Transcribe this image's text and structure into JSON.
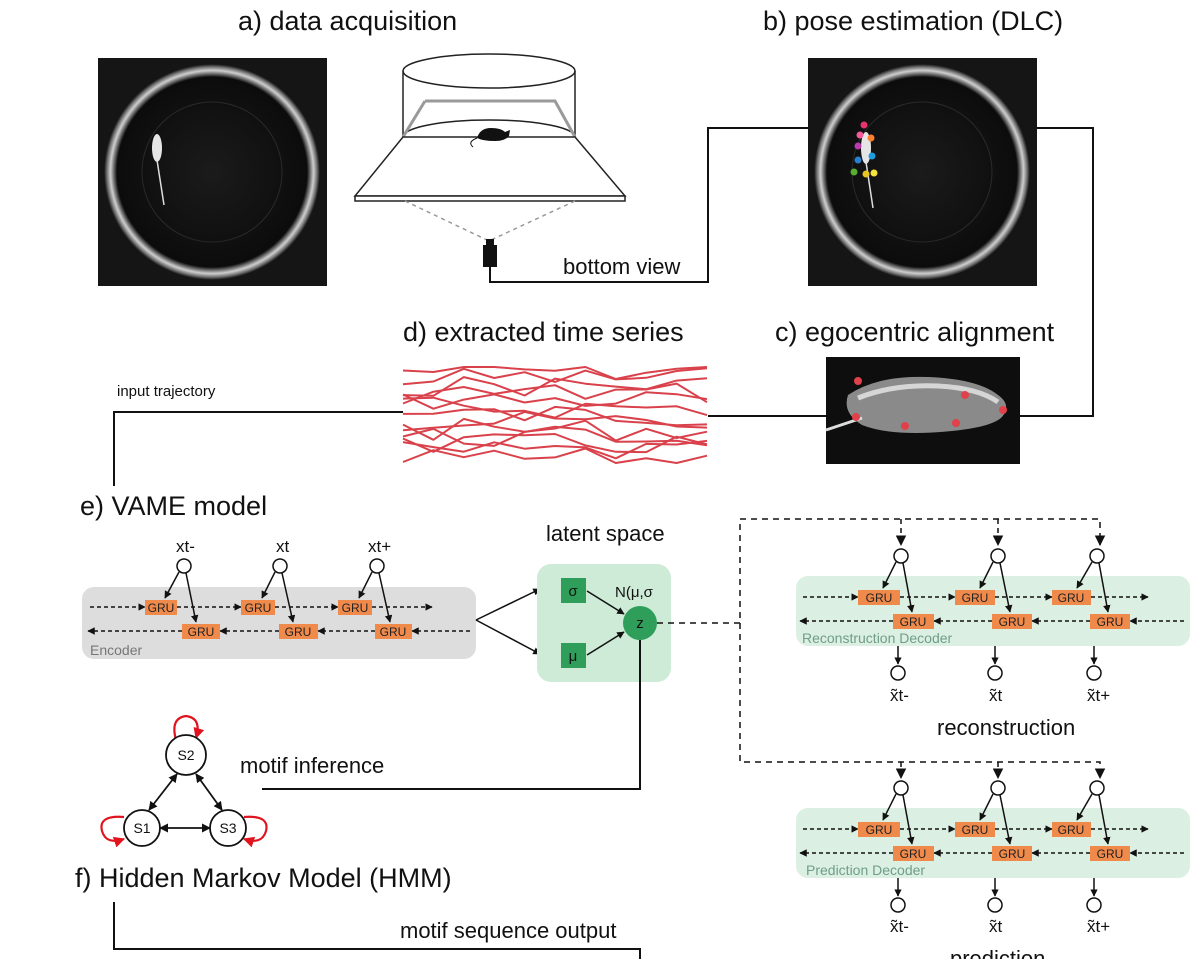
{
  "panels": {
    "a": "a) data acquisition",
    "b": "b) pose estimation (DLC)",
    "c": "c) egocentric alignment",
    "d": "d) extracted time series",
    "e": "e) VAME model",
    "f": "f) Hidden Markov Model (HMM)"
  },
  "connectors": {
    "bottom_view": "bottom view",
    "input_trajectory": "input trajectory",
    "motif_inference": "motif inference",
    "motif_sequence_output": "motif sequence output"
  },
  "encoder": {
    "label": "Encoder",
    "gru": "GRU",
    "inputs": [
      "xt-",
      "xt",
      "xt+"
    ]
  },
  "latent": {
    "title": "latent space",
    "sigma": "σ",
    "mu": "μ",
    "z": "z",
    "dist": "N(μ,σ"
  },
  "reconstruction": {
    "decoder_label": "Reconstruction Decoder",
    "caption": "reconstruction",
    "outputs": [
      "x̃t-",
      "x̃t",
      "x̃t+"
    ]
  },
  "prediction": {
    "decoder_label": "Prediction Decoder",
    "caption": "prediction",
    "outputs": [
      "x̃t-",
      "x̃t",
      "x̃t+"
    ]
  },
  "hmm": {
    "states": [
      "S2",
      "S1",
      "S3"
    ]
  },
  "colors": {
    "gru": "#f08a4b",
    "latent_box": "#cdebd7",
    "latent_node": "#2f9e5a",
    "decoder_box": "#dcefe3",
    "encoder_box": "#dddddd",
    "trace": "#d9414b",
    "self_loop": "#e0141e"
  }
}
